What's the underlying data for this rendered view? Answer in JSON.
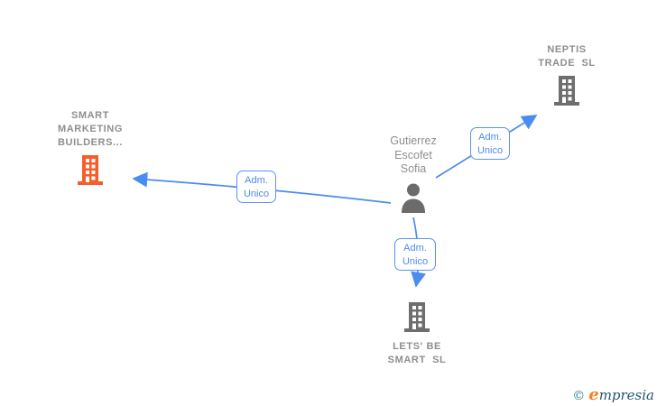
{
  "diagram": {
    "title": "corporate-ownership-graph",
    "person": {
      "name": "Gutierrez\nEscofet\nSofia"
    },
    "companies": [
      {
        "id": "smart-marketing-builders",
        "name": "SMART\nMARKETING\nBUILDERS...",
        "icon": "building-icon",
        "icon_color": "#f85c2b"
      },
      {
        "id": "neptis-trade",
        "name": "NEPTIS\nTRADE  SL",
        "icon": "building-icon",
        "icon_color": "#6e6e6e"
      },
      {
        "id": "lets-be-smart",
        "name": "LETS' BE\nSMART  SL",
        "icon": "building-icon",
        "icon_color": "#6e6e6e"
      }
    ],
    "relations": [
      {
        "from": "Gutierrez Escofet Sofia",
        "to": "SMART MARKETING BUILDERS...",
        "label": "Adm.\nUnico"
      },
      {
        "from": "Gutierrez Escofet Sofia",
        "to": "NEPTIS TRADE SL",
        "label": "Adm.\nUnico"
      },
      {
        "from": "Gutierrez Escofet Sofia",
        "to": "LETS' BE SMART SL",
        "label": "Adm.\nUnico"
      }
    ]
  },
  "colors": {
    "edge_blue": "#4a8cf0",
    "box_border_blue": "#5b93f2",
    "box_text_blue": "#4d8af0",
    "company_icon_gray": "#6e6e6e",
    "person_icon_gray": "#6b6b6b",
    "highlight_orange": "#f85c2b",
    "label_text_gray": "#8e8e8e",
    "logo_teal": "#2e7f95",
    "logo_orange": "#f5821f",
    "logo_navy": "#23566e"
  },
  "footer": {
    "copyright_symbol": "©",
    "brand_first_letter": "e",
    "brand_rest": "mpresia"
  }
}
